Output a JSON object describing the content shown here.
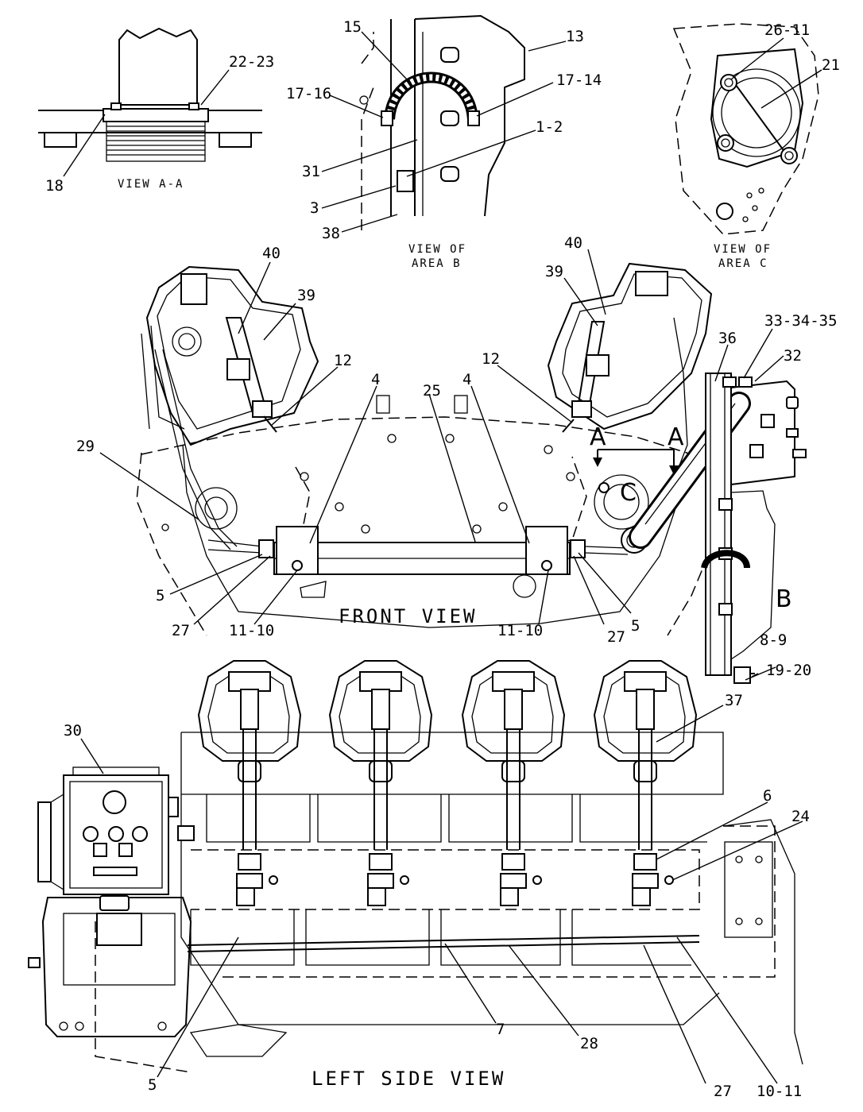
{
  "views": {
    "view_aa": "VIEW A-A",
    "area_b_line1": "VIEW OF",
    "area_b_line2": "AREA B",
    "area_c_line1": "VIEW OF",
    "area_c_line2": "AREA C",
    "front": "FRONT VIEW",
    "left_side": "LEFT SIDE VIEW"
  },
  "markers": {
    "a_left": "A",
    "a_right": "A",
    "b": "B",
    "c": "C"
  },
  "callouts": {
    "c22_23": "22-23",
    "c18": "18",
    "c15": "15",
    "c13": "13",
    "c17_16": "17-16",
    "c17_14": "17-14",
    "c1_2": "1-2",
    "c31": "31",
    "c3": "3",
    "c38": "38",
    "c26_11": "26-11",
    "c21": "21",
    "f40l": "40",
    "f39l": "39",
    "f12l": "12",
    "f4l": "4",
    "f25": "25",
    "f4r": "4",
    "f12r": "12",
    "f40r": "40",
    "f39r": "39",
    "f36": "36",
    "f33_34_35": "33-34-35",
    "f32": "32",
    "f29": "29",
    "f5l": "5",
    "f27l": "27",
    "f11_10l": "11-10",
    "f11_10r": "11-10",
    "f27r": "27",
    "f5r": "5",
    "f8_9": "8-9",
    "f19_20": "19-20",
    "s30": "30",
    "s37": "37",
    "s6": "6",
    "s24": "24",
    "s5": "5",
    "s7": "7",
    "s28": "28",
    "s27": "27",
    "s10_11": "10-11"
  }
}
